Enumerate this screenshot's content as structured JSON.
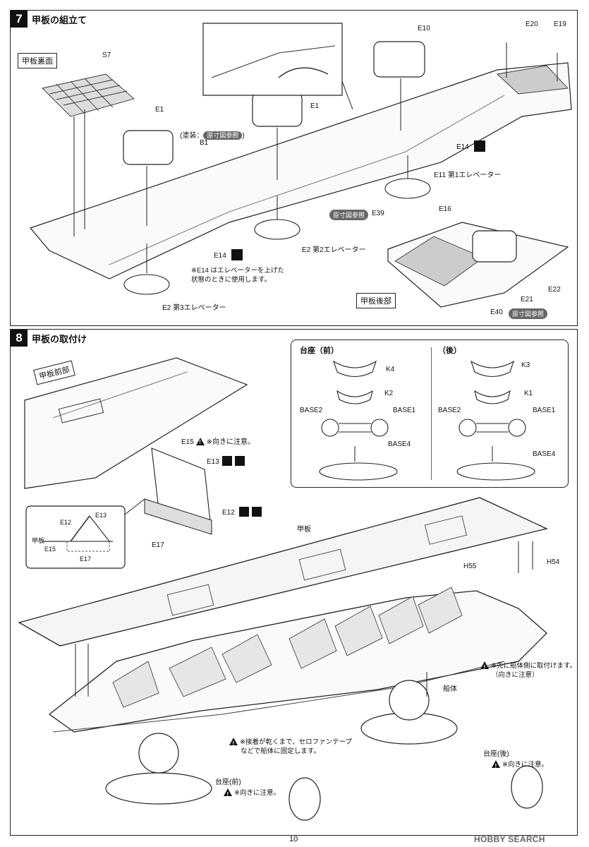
{
  "step7": {
    "number": "7",
    "title": "甲板の組立て",
    "underside_label": "甲板裏面",
    "rear_label": "甲板後部",
    "paint_prefix": "(塗装：",
    "paint_ref": "原寸図参照",
    "paint_suffix": ")",
    "ref_chip": "原寸図参照",
    "ref_chip2": "原寸図参照",
    "parts": {
      "s7": "S7",
      "e1a": "E1",
      "e1b": "E1",
      "b1": "B1",
      "e10": "E10",
      "e20": "E20",
      "e19": "E19",
      "e14a": "E14",
      "e14b": "E14",
      "e11": "E11",
      "e11_desc": "第1エレベーター",
      "e2a": "E2",
      "e2a_desc": "第2エレベーター",
      "e2b": "E2",
      "e2b_desc": "第3エレベーター",
      "e39": "E39",
      "e16": "E16",
      "e21": "E21",
      "e22": "E22",
      "e40": "E40"
    },
    "note_line1": "※E14 はエレベーターを上げた",
    "note_line2": "状態のときに使用します。"
  },
  "step8": {
    "number": "8",
    "title": "甲板の取付け",
    "fore_deck_label": "甲板前部",
    "base_front_title": "台座（前）",
    "base_rear_title": "（後）",
    "parts": {
      "k4": "K4",
      "k2": "K2",
      "k3": "K3",
      "k1": "K1",
      "base2a": "BASE2",
      "base1a": "BASE1",
      "base4a": "BASE4",
      "base2b": "BASE2",
      "base1b": "BASE1",
      "base4b": "BASE4",
      "e15": "E15",
      "e13": "E13",
      "e12": "E12",
      "e17": "E17",
      "d_e12": "E12",
      "d_e13": "E13",
      "d_e15": "E15",
      "d_e17": "E17",
      "d_deck": "甲板",
      "deck": "甲板",
      "h55": "H55",
      "h54": "H54",
      "hull": "船体",
      "stand_front": "台座(前)",
      "stand_rear": "台座(後)"
    },
    "e15_note": "※向きに注意。",
    "bow_note_line1": "※先に船体側に取付けます。",
    "bow_note_line2": "（向きに注意）",
    "glue_note_line1": "※接着が乾くまで、セロファンテープ",
    "glue_note_line2": "などで船体に固定します。",
    "stand_front_note": "※向きに注意。",
    "stand_rear_note": "※向きに注意。"
  },
  "footer": {
    "page_number": "10",
    "watermark": "HOBBY SEARCH"
  }
}
